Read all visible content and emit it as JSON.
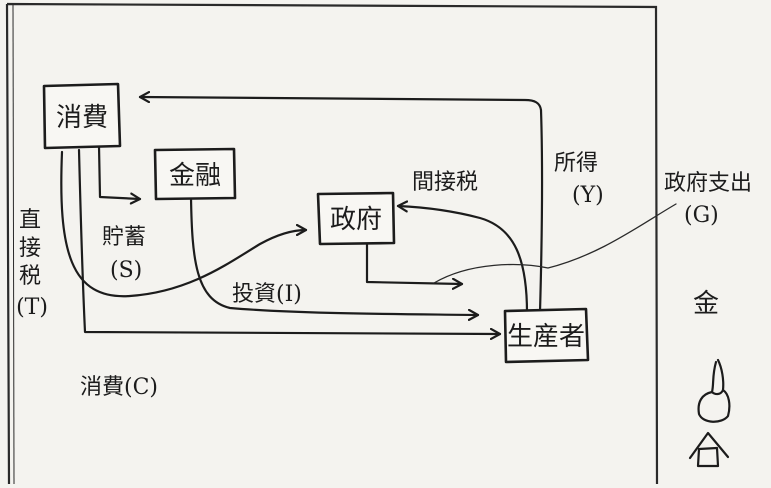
{
  "nodes": {
    "consumer": "消費",
    "finance": "金融",
    "government": "政府",
    "producer": "生産者"
  },
  "flows": {
    "direct_tax": [
      "直",
      "接",
      "税",
      "(T)"
    ],
    "savings": "貯蓄",
    "savings_symbol": "(S)",
    "investment": "投資(I)",
    "indirect_tax": "間接税",
    "income": "所得",
    "income_symbol": "(Y)",
    "gov_spending": "政府支出",
    "gov_spending_symbol": "(G)",
    "consumption": "消費(C)"
  },
  "side_symbols": {
    "gold_char": "金"
  },
  "icons": [
    "hand-icon",
    "house-icon"
  ]
}
